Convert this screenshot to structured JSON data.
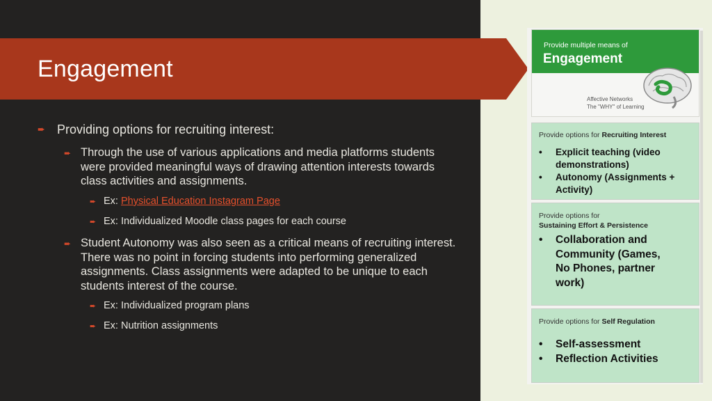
{
  "slide": {
    "title": "Engagement",
    "bullets": {
      "b1": "Providing options for recruiting interest:",
      "b1_1": "Through the use of various applications and media platforms students were provided meaningful ways of drawing attention interests towards class activities and assignments.",
      "b1_1_1_prefix": "Ex:",
      "b1_1_1_link": "Physical Education Instagram Page",
      "b1_1_2": "Ex: Individualized Moodle class pages for each course",
      "b1_2": "Student Autonomy was also seen as a critical means of recruiting interest. There was no point in forcing students into performing generalized assignments. Class assignments were adapted to be unique to each students interest of the course.",
      "b1_2_1": "Ex: Individualized program plans",
      "b1_2_2": "Ex: Nutrition assignments"
    },
    "colors": {
      "banner": "#a8371c",
      "background": "#232221",
      "accent": "#d2482a",
      "udl_green": "#2e9a3b",
      "udl_box": "#bfe4c8"
    }
  },
  "udl": {
    "subtitle": "Provide multiple means of",
    "title": "Engagement",
    "network1": "Affective Networks",
    "network2": "The \"WHY\" of Learning",
    "box1": {
      "head_plain": "Provide options for",
      "head_bold": "Recruiting Interest",
      "items": [
        "Explicit teaching (video demonstrations)",
        "Autonomy (Assignments + Activity)"
      ]
    },
    "box2": {
      "head_plain": "Provide options for",
      "head_bold": "Sustaining Effort & Persistence",
      "items": [
        "Collaboration and Community (Games, No Phones, partner work)"
      ]
    },
    "box3": {
      "head_plain": "Provide options for",
      "head_bold": "Self Regulation",
      "items": [
        "Self-assessment",
        "Reflection Activities"
      ]
    }
  }
}
